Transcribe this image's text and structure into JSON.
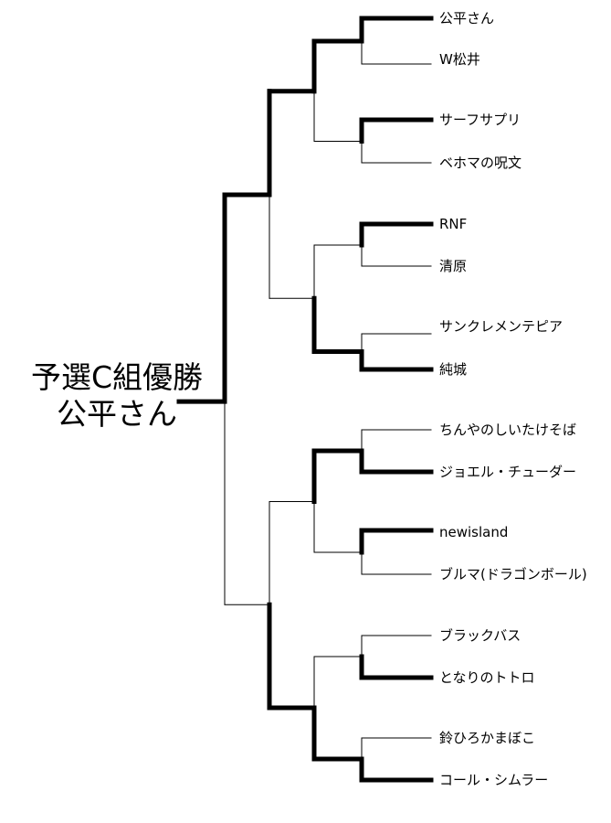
{
  "champion_title": "予選C組優勝",
  "champion_name": "公平さん",
  "entrants": [
    "公平さん",
    "W松井",
    "サーフサプリ",
    "ベホマの呪文",
    "RNF",
    "清原",
    "サンクレメンテピア",
    "純城",
    "ちんやのしいたけそば",
    "ジョエル・チューダー",
    "newisland",
    "ブルマ(ドラゴンボール)",
    "ブラックバス",
    "となりのトトロ",
    "鈴ひろかまぼこ",
    "コール・シムラー"
  ],
  "line_color": "#000000"
}
